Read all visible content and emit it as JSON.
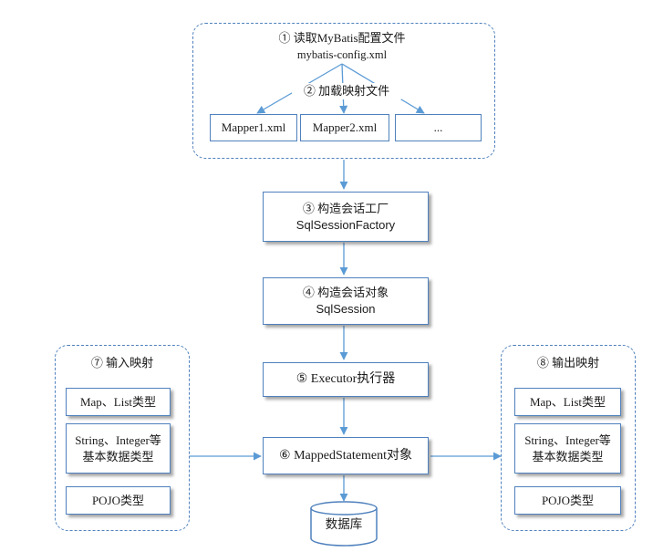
{
  "load_config": {
    "num": "①",
    "title": "读取MyBatis配置文件",
    "file": "mybatis-config.xml"
  },
  "load_mappers": {
    "num": "②",
    "title": "加载映射文件",
    "files": [
      "Mapper1.xml",
      "Mapper2.xml",
      "..."
    ]
  },
  "session_factory": {
    "num": "③",
    "title": "构造会话工厂",
    "name": "SqlSessionFactory"
  },
  "session": {
    "num": "④",
    "title": "构造会话对象",
    "name": "SqlSession"
  },
  "executor": {
    "num": "⑤",
    "label": "Executor执行器"
  },
  "mapped_statement": {
    "num": "⑥",
    "label": "MappedStatement对象"
  },
  "input_mapping": {
    "num": "⑦",
    "title": "输入映射",
    "items": [
      "Map、List类型",
      "String、Integer等",
      "基本数据类型",
      "POJO类型"
    ]
  },
  "output_mapping": {
    "num": "⑧",
    "title": "输出映射",
    "items": [
      "Map、List类型",
      "String、Integer等",
      "基本数据类型",
      "POJO类型"
    ]
  },
  "database": {
    "label": "数据库"
  },
  "colors": {
    "border": "#4f81bd",
    "arrow": "#5b9bd5",
    "text": "#1a1a1a"
  }
}
